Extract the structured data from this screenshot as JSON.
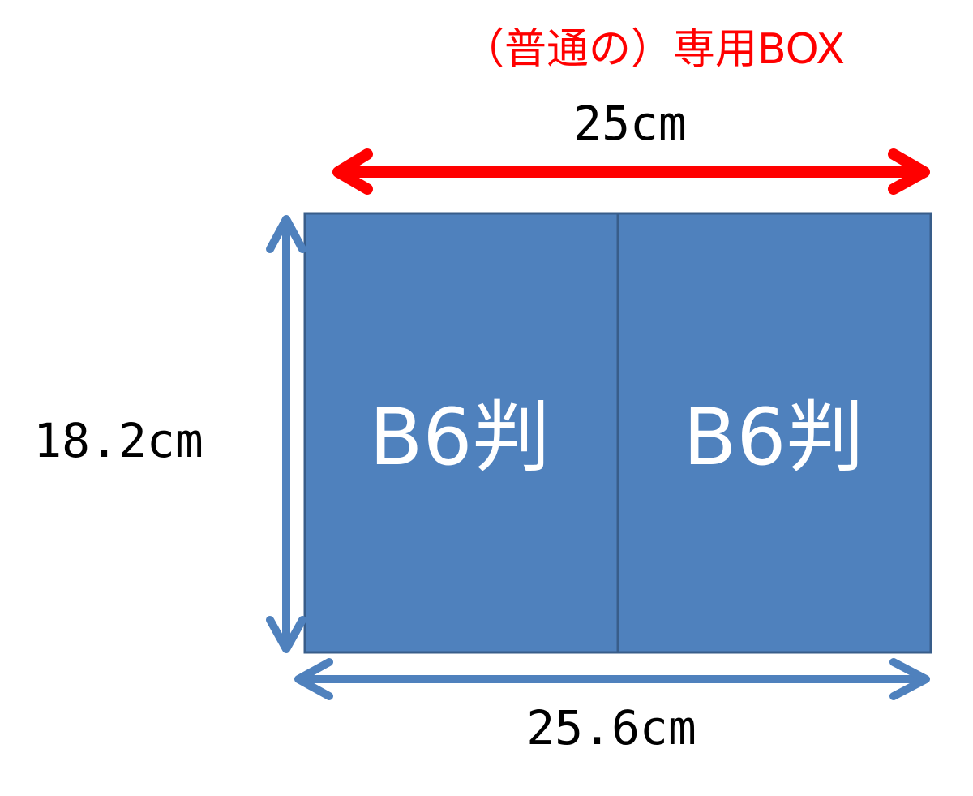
{
  "title": "（普通の）専用BOX",
  "dimensions": {
    "top_width": "25cm",
    "height": "18.2cm",
    "bottom_width": "25.6cm"
  },
  "panels": [
    {
      "label": "B6判"
    },
    {
      "label": "B6判"
    }
  ],
  "colors": {
    "title": "#ff0000",
    "top_arrow": "#ff0000",
    "box_fill": "#4f81bd",
    "box_border": "#385d8a",
    "dimension_arrows": "#4f81bd",
    "text": "#000000",
    "panel_text": "#ffffff"
  }
}
